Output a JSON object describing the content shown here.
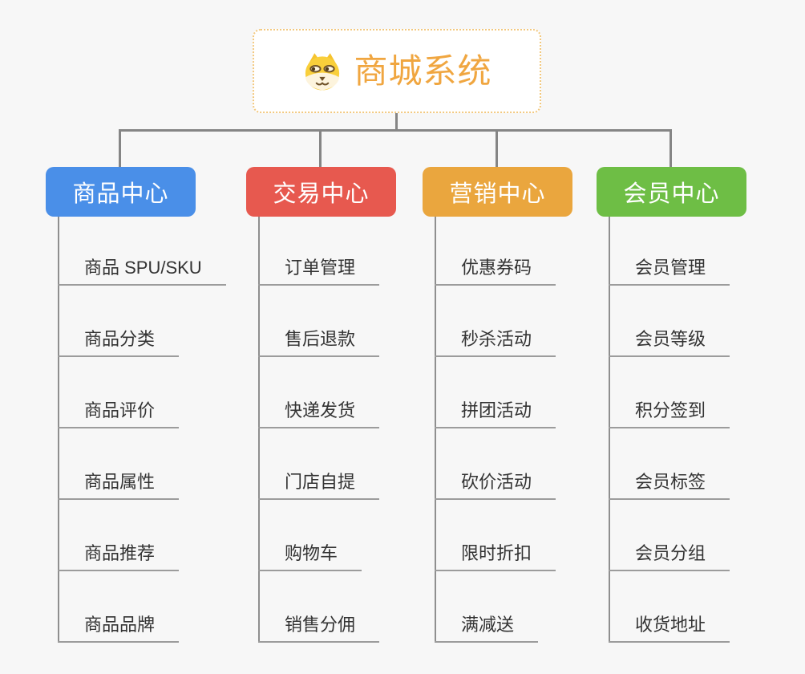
{
  "canvas": {
    "background": "#f7f7f7",
    "connector_color": "#858585",
    "branch_line_color": "#9c9c9c"
  },
  "root": {
    "title": "商城系统",
    "icon": "dog-face-icon",
    "title_color": "#f0a640",
    "border_color": "#f2c87e"
  },
  "branches": [
    {
      "label": "商品中心",
      "color": "#4a8fe8",
      "children": [
        "商品 SPU/SKU",
        "商品分类",
        "商品评价",
        "商品属性",
        "商品推荐",
        "商品品牌"
      ]
    },
    {
      "label": "交易中心",
      "color": "#e7594f",
      "children": [
        "订单管理",
        "售后退款",
        "快递发货",
        "门店自提",
        "购物车",
        "销售分佣"
      ]
    },
    {
      "label": "营销中心",
      "color": "#eaa63e",
      "children": [
        "优惠券码",
        "秒杀活动",
        "拼团活动",
        "砍价活动",
        "限时折扣",
        "满减送"
      ]
    },
    {
      "label": "会员中心",
      "color": "#6ebe45",
      "children": [
        "会员管理",
        "会员等级",
        "积分签到",
        "会员标签",
        "会员分组",
        "收货地址"
      ]
    }
  ]
}
